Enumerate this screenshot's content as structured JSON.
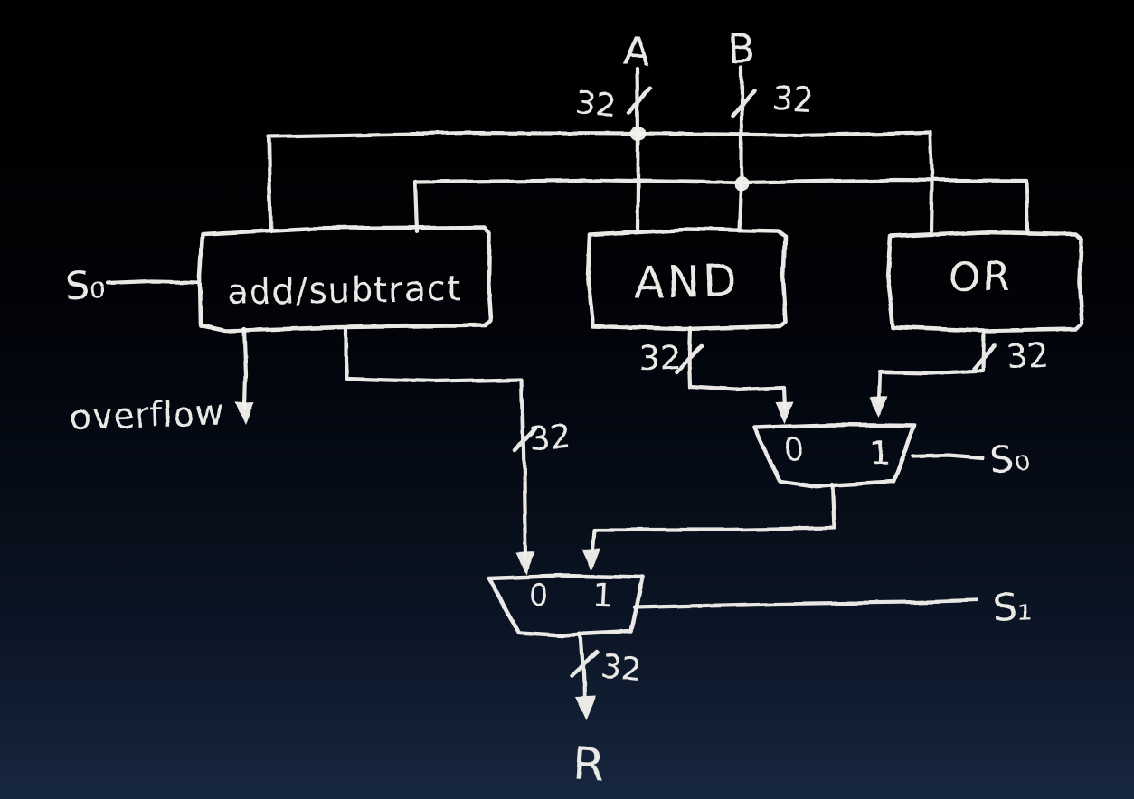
{
  "colors": {
    "stroke": "#f2f1ed",
    "background": [
      "#000000",
      "#010205",
      "#030710",
      "#070e19",
      "#0c1627",
      "#17273f"
    ]
  },
  "labels": {
    "input_a": "A",
    "input_b": "B",
    "bus_width": "32",
    "block_addsub": "add/subtract",
    "block_and": "AND",
    "block_or": "OR",
    "mux_in0": "0",
    "mux_in1": "1",
    "select0": "S₀",
    "select1": "S₁",
    "overflow": "overflow",
    "result": "R"
  }
}
